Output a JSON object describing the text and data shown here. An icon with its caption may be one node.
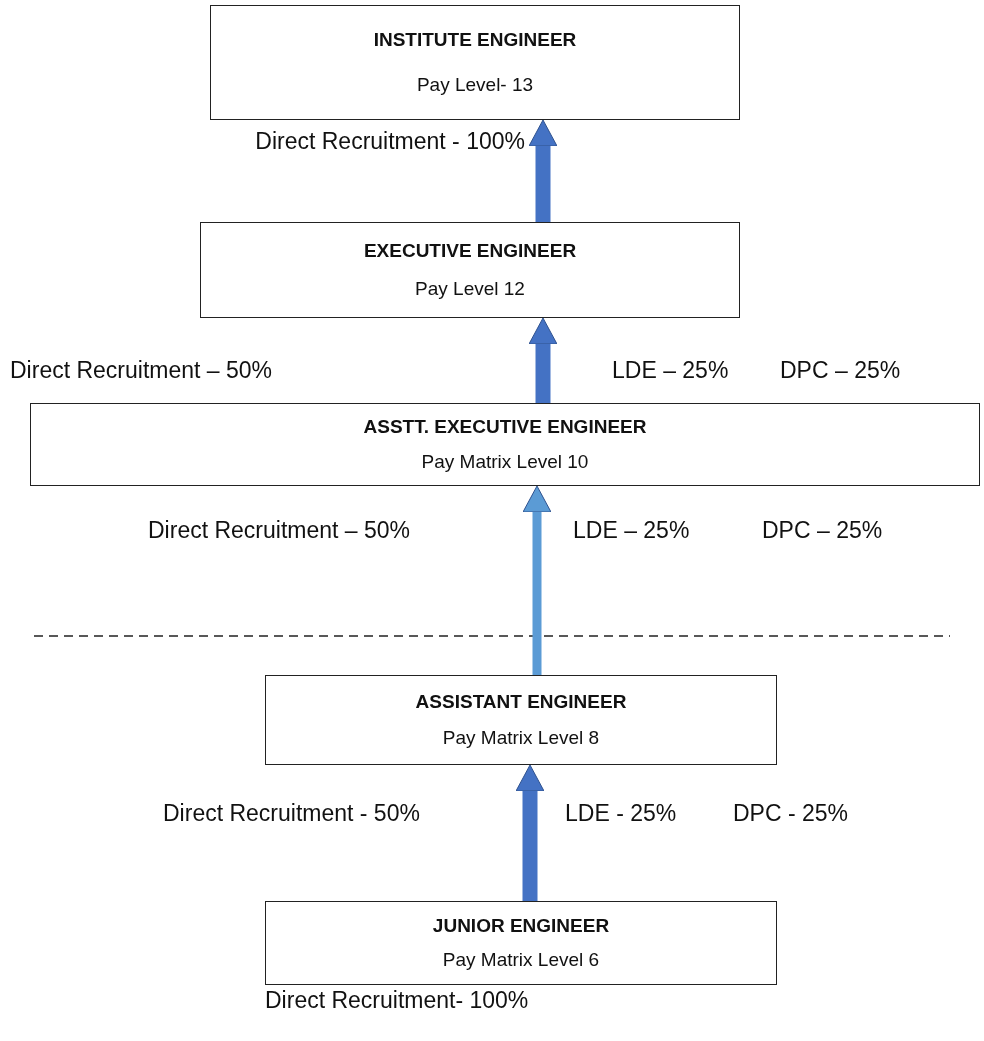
{
  "diagram": {
    "nodes": [
      {
        "text": [
          "INSTITUTE ENGINEER",
          "Pay Level- 13"
        ],
        "beside": [
          "Direct Recruitment - 100%"
        ]
      },
      {
        "text": [
          "EXECUTIVE ENGINEER",
          "Pay Level 12"
        ]
      },
      {
        "text": [
          "ASSTT. EXECUTIVE ENGINEER",
          "Pay Matrix Level 10"
        ]
      },
      {
        "text": [
          "ASSISTANT ENGINEER",
          "Pay Matrix Level 8"
        ]
      },
      {
        "text": [
          "JUNIOR ENGINEER",
          "Pay Matrix Level 6"
        ],
        "beside": [
          "Direct Recruitment- 100%"
        ]
      }
    ],
    "edges": [
      {
        "from": 1,
        "to": 0,
        "arrow": "to"
      },
      {
        "from": 2,
        "to": 1,
        "arrow": "to"
      },
      {
        "from": 3,
        "to": 2,
        "arrow": "to",
        "color": "#5b9bd5"
      },
      {
        "from": 4,
        "to": 3,
        "arrow": "to"
      }
    ],
    "labels": [
      "Direct Recruitment – 50%",
      "LDE – 25%",
      "DPC – 25%",
      "Direct Recruitment – 50%",
      "LDE – 25%",
      "DPC – 25%",
      "Direct Recruitment - 50%",
      "LDE - 25%",
      "DPC - 25%"
    ]
  }
}
